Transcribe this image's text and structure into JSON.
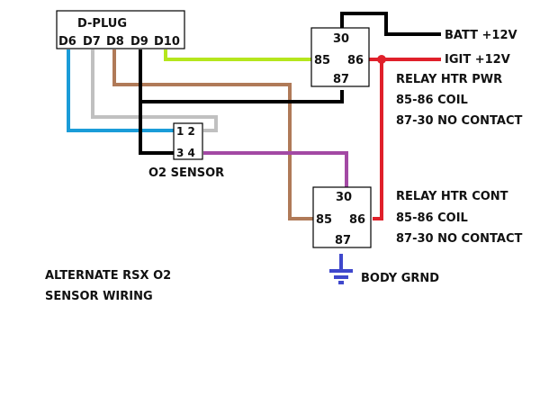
{
  "title": {
    "line1": "ALTERNATE RSX O2",
    "line2": "SENSOR WIRING"
  },
  "dplug": {
    "label": "D-PLUG",
    "pins": [
      "D6",
      "D7",
      "D8",
      "D9",
      "D10"
    ]
  },
  "o2_sensor": {
    "label": "O2 SENSOR",
    "pins_top": "1 2",
    "pins_bottom": "3 4"
  },
  "relay_pwr": {
    "pin30": "30",
    "pin85": "85",
    "pin86": "86",
    "pin87": "87",
    "notes": [
      "RELAY HTR PWR",
      "85-86 COIL",
      "87-30 NO CONTACT"
    ]
  },
  "relay_cont": {
    "pin30": "30",
    "pin85": "85",
    "pin86": "86",
    "pin87": "87",
    "notes": [
      "RELAY HTR CONT",
      "85-86 COIL",
      "87-30 NO CONTACT"
    ]
  },
  "power": {
    "batt": "BATT +12V",
    "igit": "IGIT +12V"
  },
  "ground": {
    "label": "BODY GRND",
    "icon": "ground-icon"
  },
  "colors": {
    "blue": "#1a9cd8",
    "gray": "#c0c0c0",
    "brown": "#b07a58",
    "black": "#000000",
    "green": "#b5e61d",
    "purple": "#a349a4",
    "red": "#e0202a",
    "ground": "#3f48cc"
  }
}
